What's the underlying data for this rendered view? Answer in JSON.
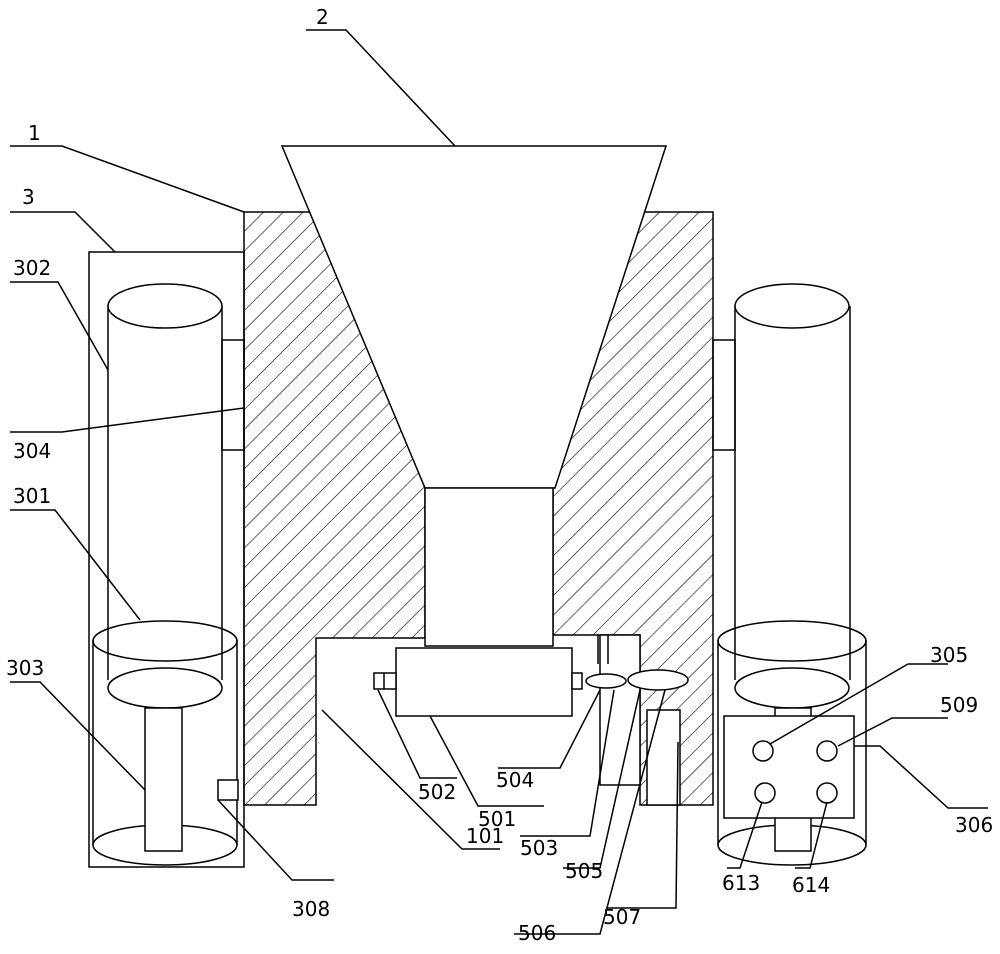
{
  "labels": {
    "l1": "1",
    "l2": "2",
    "l3": "3",
    "l101": "101",
    "l301": "301",
    "l302": "302",
    "l303": "303",
    "l304": "304",
    "l305": "305",
    "l306": "306",
    "l308": "308",
    "l501": "501",
    "l502": "502",
    "l503": "503",
    "l504": "504",
    "l505": "505",
    "l506": "506",
    "l507": "507",
    "l509": "509",
    "l613": "613",
    "l614": "614"
  },
  "colors": {
    "line": "#000000",
    "hatch": "#000000",
    "background": "#ffffff"
  }
}
